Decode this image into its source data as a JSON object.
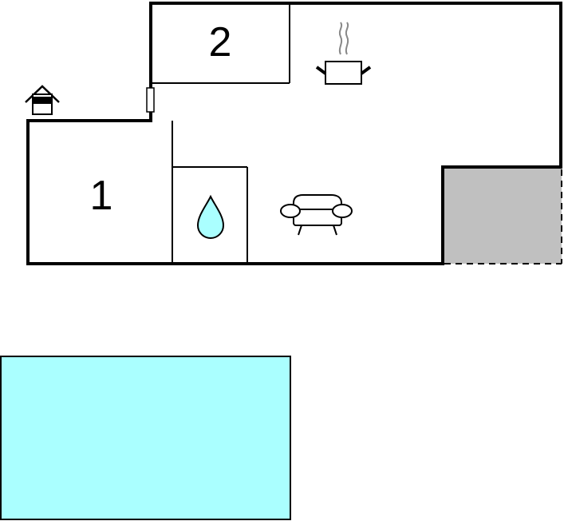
{
  "rooms": [
    {
      "id": "bedroom-1",
      "label": "1"
    },
    {
      "id": "bedroom-2",
      "label": "2"
    }
  ],
  "icons": {
    "entrance": "house-entrance-icon",
    "kitchen": "cooking-pot-icon",
    "bathroom": "water-drop-icon",
    "living": "sofa-icon"
  },
  "colors": {
    "walls": "#000000",
    "terrace": "#c0c0c0",
    "pool": "#aaffff",
    "water": "#aaffff"
  }
}
